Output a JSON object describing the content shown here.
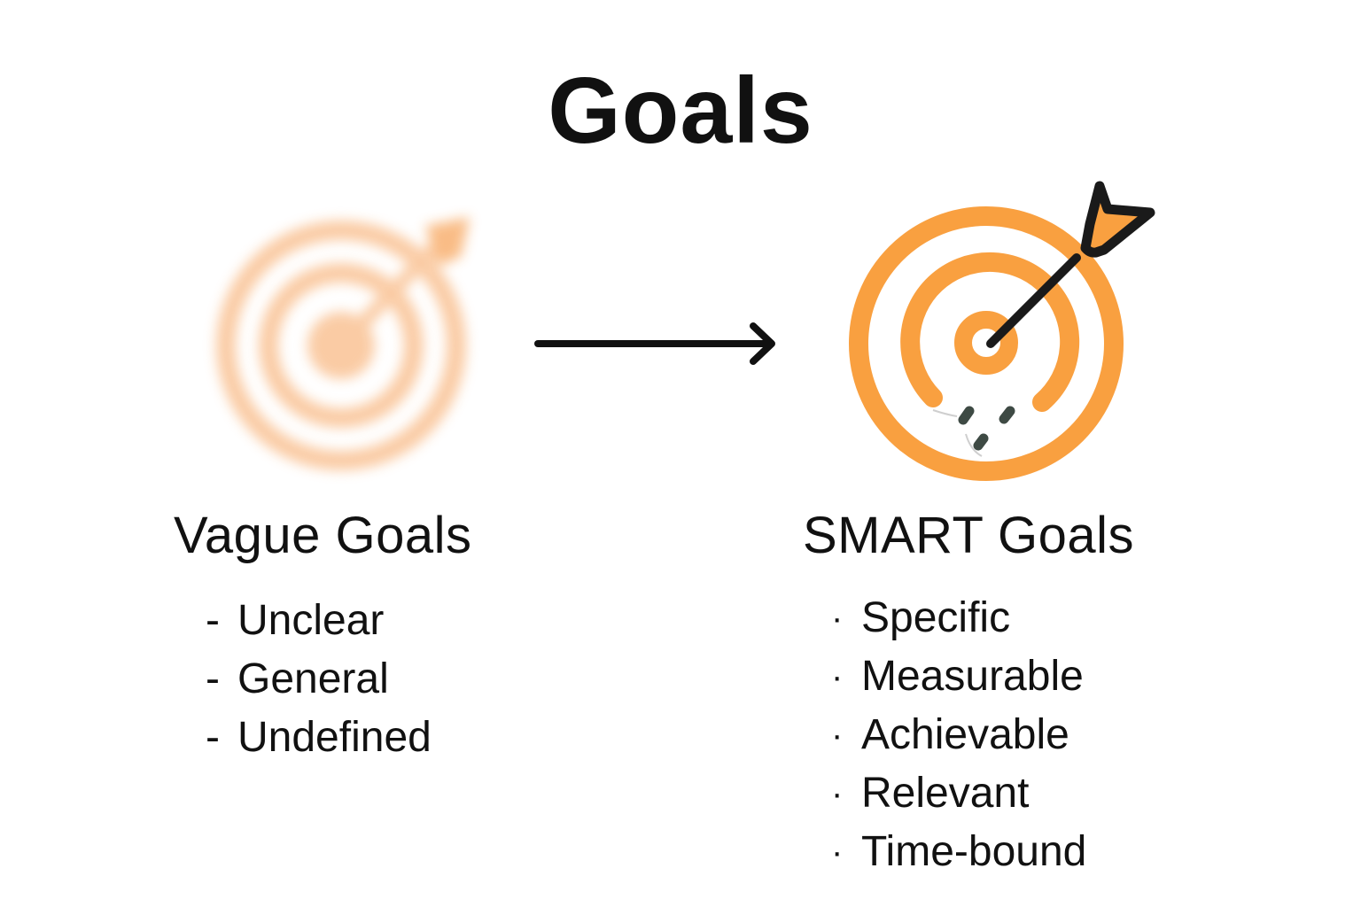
{
  "title": "Goals",
  "colors": {
    "accent": "#F9A040",
    "accent_faded": "#FAC9A0",
    "text": "#111111",
    "ink": "#1a1a1a",
    "dash_marks": "#3E4A44"
  },
  "left": {
    "icon": "blurred-target-icon",
    "heading": "Vague Goals",
    "marker": "-",
    "items": [
      "Unclear",
      "General",
      "Undefined"
    ]
  },
  "transition": {
    "icon": "right-arrow-icon"
  },
  "right": {
    "icon": "target-with-arrow-icon",
    "heading": "SMART Goals",
    "marker": "·",
    "items": [
      "Specific",
      "Measurable",
      "Achievable",
      "Relevant",
      "Time-bound"
    ]
  }
}
